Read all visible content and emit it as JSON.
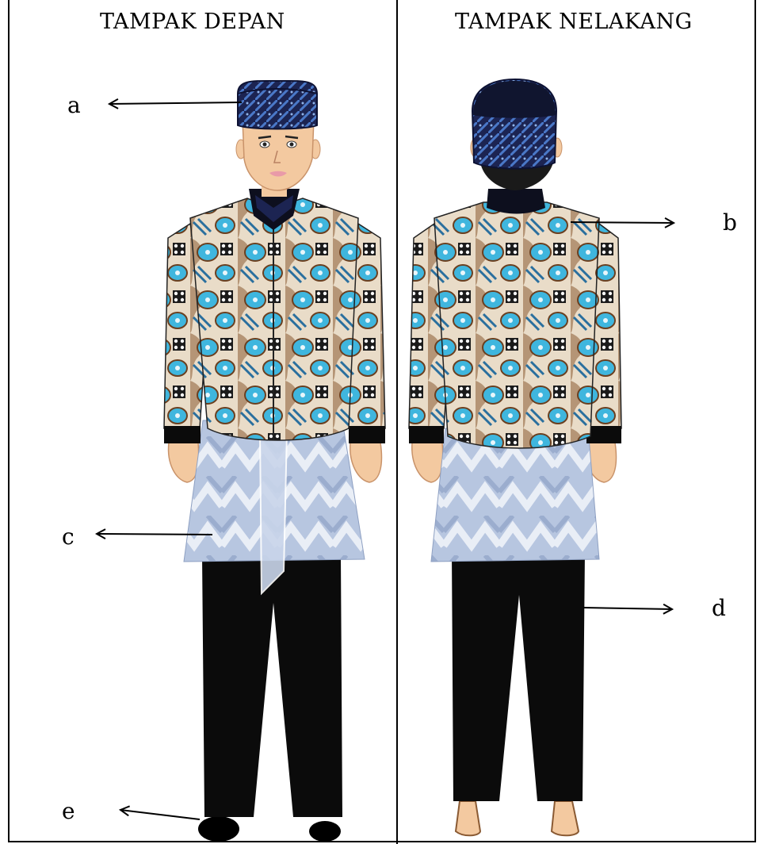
{
  "headings": {
    "front": "TAMPAK DEPAN",
    "back": "TAMPAK NELAKANG"
  },
  "labels": {
    "a": "a",
    "b": "b",
    "c": "c",
    "d": "d",
    "e": "e"
  },
  "colors": {
    "cap": "#1c2452",
    "batik_blue": "#3fb6de",
    "batik_cream": "#e9dcc8",
    "batik_brown": "#8a5a33",
    "sarong": "#b9c8e2",
    "trousers": "#0b0b0b",
    "skin": "#f3c9a0"
  }
}
